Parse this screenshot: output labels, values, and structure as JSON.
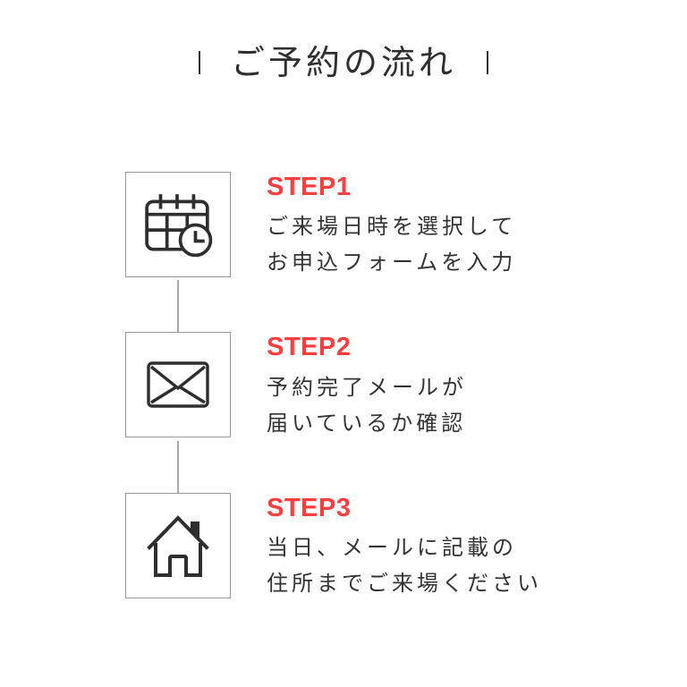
{
  "title": {
    "text": "ご予約の流れ"
  },
  "steps": [
    {
      "label": "STEP1",
      "icon": "calendar-clock-icon",
      "lines": [
        "ご来場日時を選択して",
        "お申込フォームを入力"
      ]
    },
    {
      "label": "STEP2",
      "icon": "envelope-icon",
      "lines": [
        "予約完了メールが",
        "届いているか確認"
      ]
    },
    {
      "label": "STEP3",
      "icon": "house-icon",
      "lines": [
        "当日、メールに記載の",
        "住所までご来場ください"
      ]
    }
  ],
  "colors": {
    "accent": "#fa3e3e",
    "text": "#333333",
    "icon_stroke": "#2e2e2e",
    "box_border": "#999999",
    "connector": "#a8a8a8",
    "background": "#ffffff"
  }
}
